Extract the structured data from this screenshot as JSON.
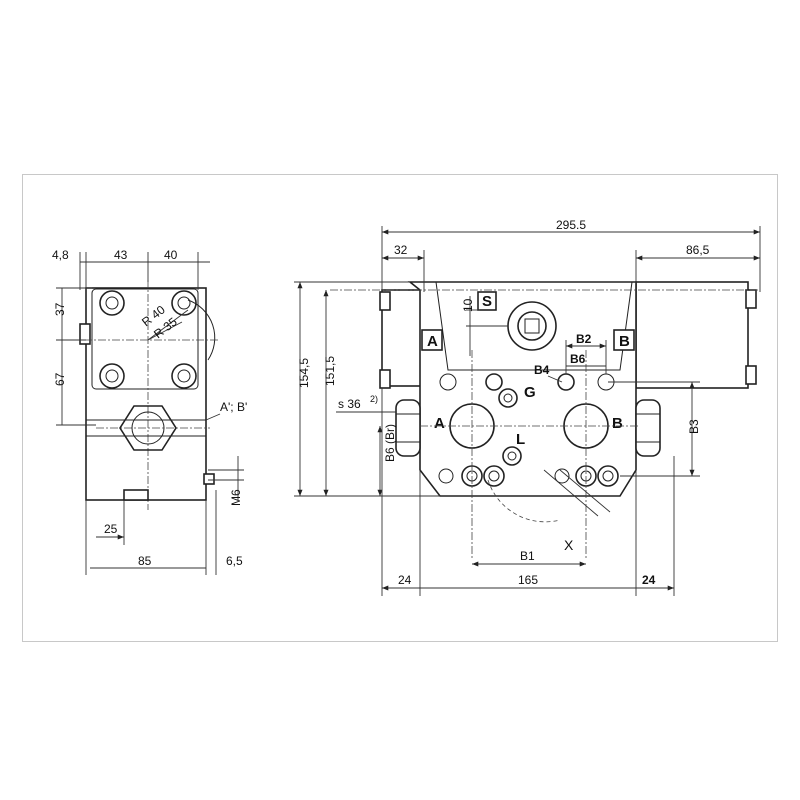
{
  "side_view": {
    "dim_top_4_8": "4,8",
    "dim_top_43": "43",
    "dim_top_40": "40",
    "dim_left_37": "37",
    "dim_left_67": "67",
    "radius_40": "R 40",
    "radius_35": "R 35",
    "port_label": "A'; B'",
    "thread_m6": "M6",
    "dim_bottom_25": "25",
    "dim_bottom_85": "85",
    "dim_bottom_6_5": "6,5"
  },
  "front_view": {
    "dim_overall_width": "295.5",
    "dim_left_32": "32",
    "dim_right_86_5": "86,5",
    "dim_height_154_5": "154,5",
    "dim_height_151_5": "151,5",
    "dim_10": "10",
    "dim_s36": "s 36",
    "dim_s36_note": "2)",
    "dim_b6_br": "B6 (Br)",
    "dim_b3": "B3",
    "dim_b2": "B2",
    "dim_b4": "B4",
    "dim_b6": "B6",
    "dim_b1": "B1",
    "dim_bottom_24_left": "24",
    "dim_bottom_165": "165",
    "dim_bottom_24_right": "24",
    "label_s": "S",
    "label_a_box": "A",
    "label_b_box": "B",
    "label_g": "G",
    "label_a_port": "A",
    "label_b_port": "B",
    "label_l": "L",
    "label_x": "X"
  }
}
